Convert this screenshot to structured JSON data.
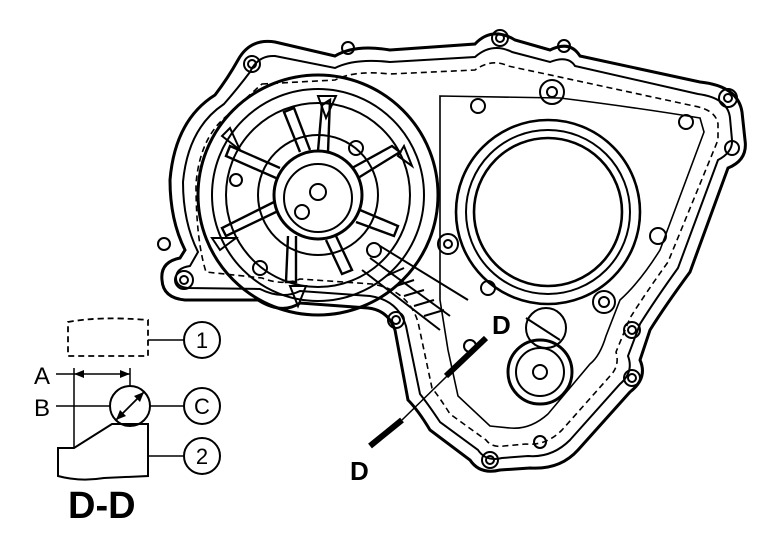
{
  "section_labels": {
    "cut_upper": "D",
    "cut_lower": "D",
    "section_title": "D-D"
  },
  "callouts": {
    "part1": "1",
    "part2": "2",
    "c": "C"
  },
  "dimension_labels": {
    "a": "A",
    "b": "B"
  }
}
